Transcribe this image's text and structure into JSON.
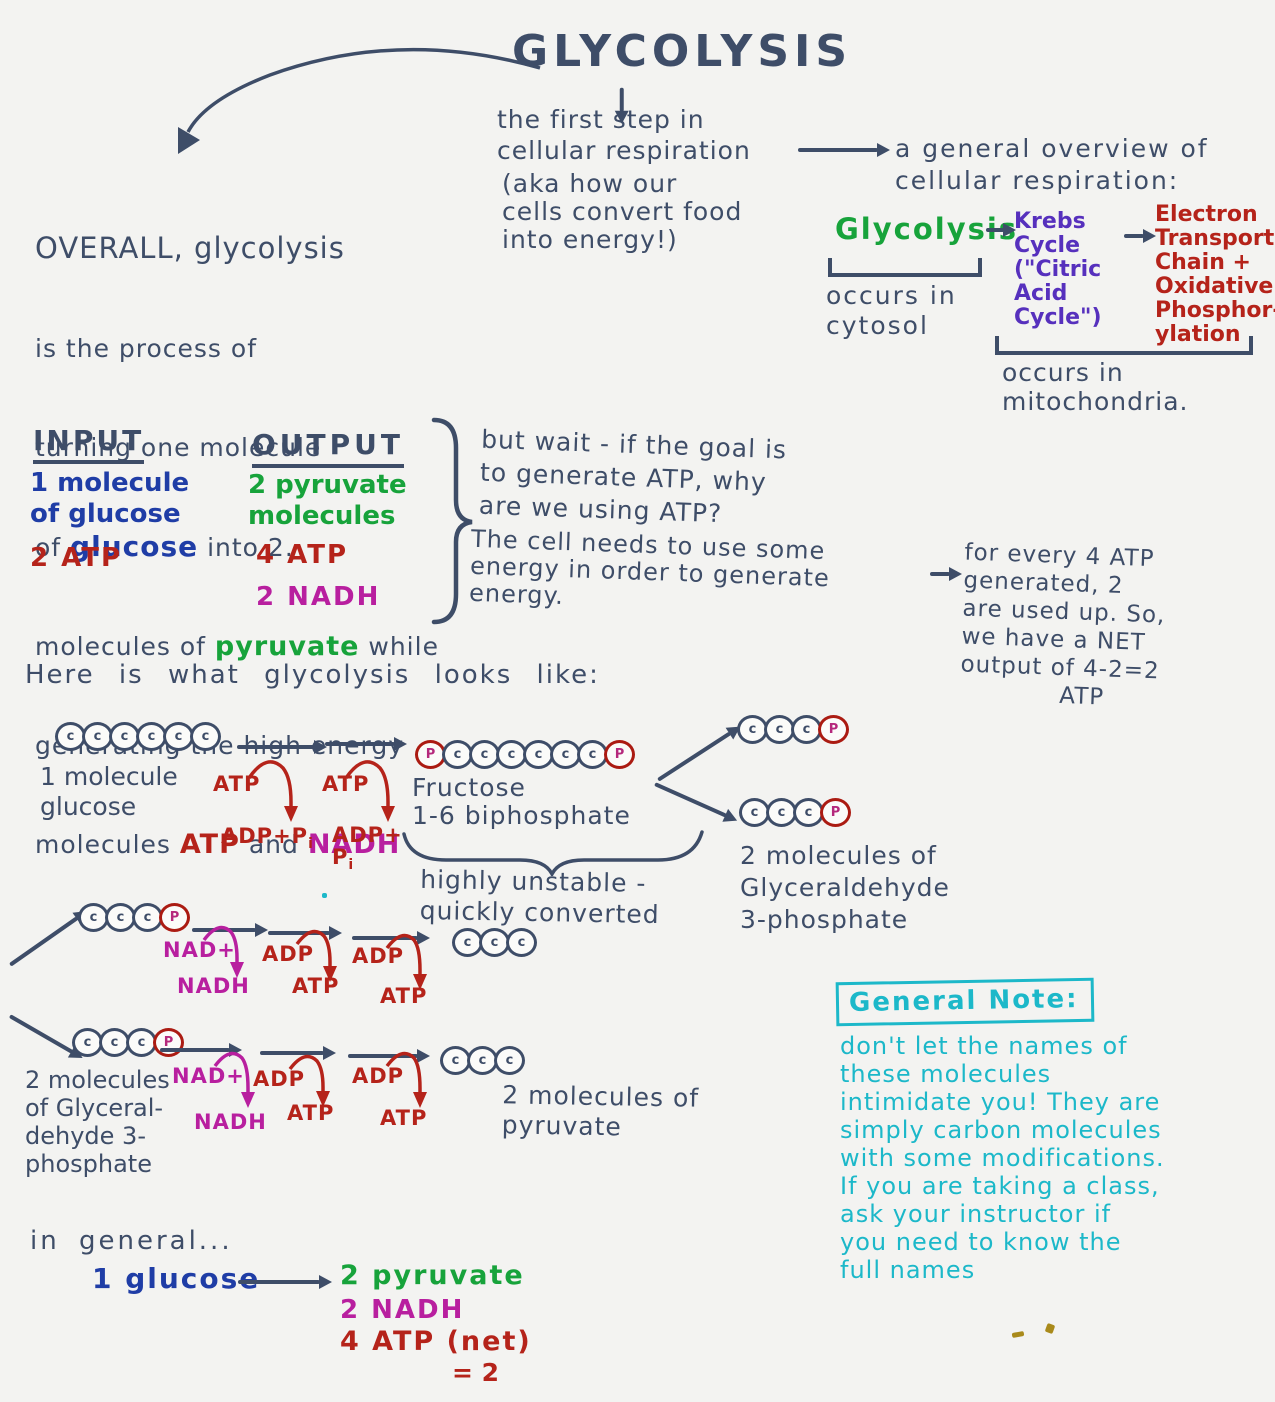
{
  "colors": {
    "ink": "#3e4d68",
    "glucose_blue": "#1f3da6",
    "pyruvate_green": "#17a33b",
    "atp_red": "#b5231a",
    "nadh_magenta": "#b81f9f",
    "krebs_purple": "#5630bd",
    "note_teal": "#1cb8c9"
  },
  "title": "GLYCOLYSIS",
  "subtitle": "the first step in\ncellular respiration",
  "aka_note": "(aka how our\ncells convert food\ninto energy!)",
  "overview": {
    "heading": "a general overview of\ncellular respiration:",
    "step1": "Glycolysis",
    "step2": "Krebs\nCycle\n(\"Citric\nAcid\nCycle\")",
    "step3": "Electron\nTransport\nChain +\nOxidative\nPhosphor-\nylation",
    "cytosol": "occurs in\ncytosol",
    "mitochondria": "occurs in\nmitochondria."
  },
  "overall": {
    "line1": "OVERALL, glycolysis",
    "line2": "is the process of",
    "line3": "turning one molecule",
    "line4a": "of ",
    "line4b": "glucose",
    "line4c": " into 2.",
    "line5a": "molecules of ",
    "line5b": "pyruvate",
    "line5c": " while",
    "line6": "generating the high energy",
    "line7a": "molecules ",
    "line7b": "ATP",
    "line7c": " and ",
    "line7d": "NADH"
  },
  "io": {
    "input_heading": "INPUT",
    "input_item1": "1 molecule\nof glucose",
    "input_item2": "2 ATP",
    "output_heading": "OUTPUT",
    "output_item1": "2 pyruvate\nmolecules",
    "output_item2": "4 ATP",
    "output_item3": "2 NADH"
  },
  "qa": {
    "question": "but wait - if the goal is\nto generate ATP, why\nare we using ATP?",
    "answer": "The cell needs to use some\nenergy in order to generate\nenergy.",
    "net_note": "for every 4 ATP\ngenerated, 2\nare used up. So,\nwe have a NET\noutput of 4-2=2\n            ATP"
  },
  "diagram": {
    "heading": "Here is what glycolysis looks like:",
    "glucose_chain": [
      "c",
      "c",
      "c",
      "c",
      "c",
      "c"
    ],
    "glucose_label": "1 molecule\nglucose",
    "atp1_top": "ATP",
    "atp1_bottom": "ADP+P",
    "atp1_sub": "i",
    "atp2_top": "ATP",
    "atp2_bottom": "ADP+\nP",
    "atp2_sub": "i",
    "fructose_chain": [
      "P",
      "c",
      "c",
      "c",
      "c",
      "c",
      "c",
      "P"
    ],
    "fructose_label": "Fructose\n1-6 biphosphate",
    "unstable_note": "highly unstable -\nquickly converted",
    "g3p_chain_top": [
      "c",
      "c",
      "c",
      "P"
    ],
    "g3p_chain_bottom": [
      "c",
      "c",
      "c",
      "P"
    ],
    "g3p_label": "2 molecules of\nGlyceraldehyde\n3-phosphate"
  },
  "rows": {
    "chain_start": [
      "c",
      "c",
      "c",
      "P"
    ],
    "chain_end": [
      "c",
      "c",
      "c"
    ],
    "nad_top": "NAD+",
    "nad_bottom": "NADH",
    "adp_top": "ADP",
    "adp_bottom": "ATP",
    "left_label": "2 molecules\nof Glyceral-\ndehyde 3-\nphosphate",
    "right_label": "2 molecules of\npyruvate"
  },
  "general_note": {
    "heading": "General Note:",
    "body": "don't let the names of\nthese molecules\nintimidate you! They are\nsimply carbon molecules\nwith some modifications.\nIf you are taking a class,\nask your instructor if\nyou need to know the\nfull names"
  },
  "summary": {
    "intro": "in general...",
    "input": "1 glucose",
    "out1": "2 pyruvate",
    "out2": "2 NADH",
    "out3": "4 ATP (net)",
    "net": "= 2"
  }
}
